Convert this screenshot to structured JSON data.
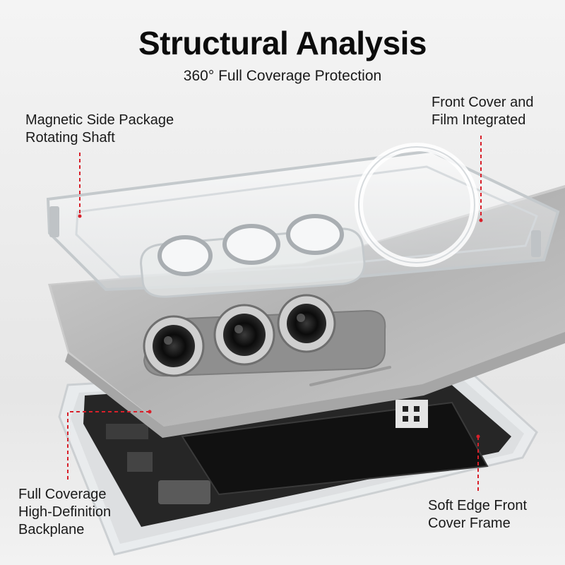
{
  "header": {
    "title": "Structural Analysis",
    "subtitle": "360° Full Coverage Protection"
  },
  "callouts": {
    "magnetic_side": [
      "Magnetic Side Package",
      "Rotating Shaft"
    ],
    "front_cover": [
      "Front Cover and",
      "Film Integrated"
    ],
    "full_coverage": [
      "Full Coverage",
      "High-Definition",
      "Backplane"
    ],
    "soft_edge": [
      "Soft Edge Front",
      "Cover Frame"
    ]
  },
  "colors": {
    "callout_line": "#d8202a",
    "phone_body": "#b9b9b9",
    "case_edge": "#d9dde0",
    "internals": "#1e1e1e"
  }
}
